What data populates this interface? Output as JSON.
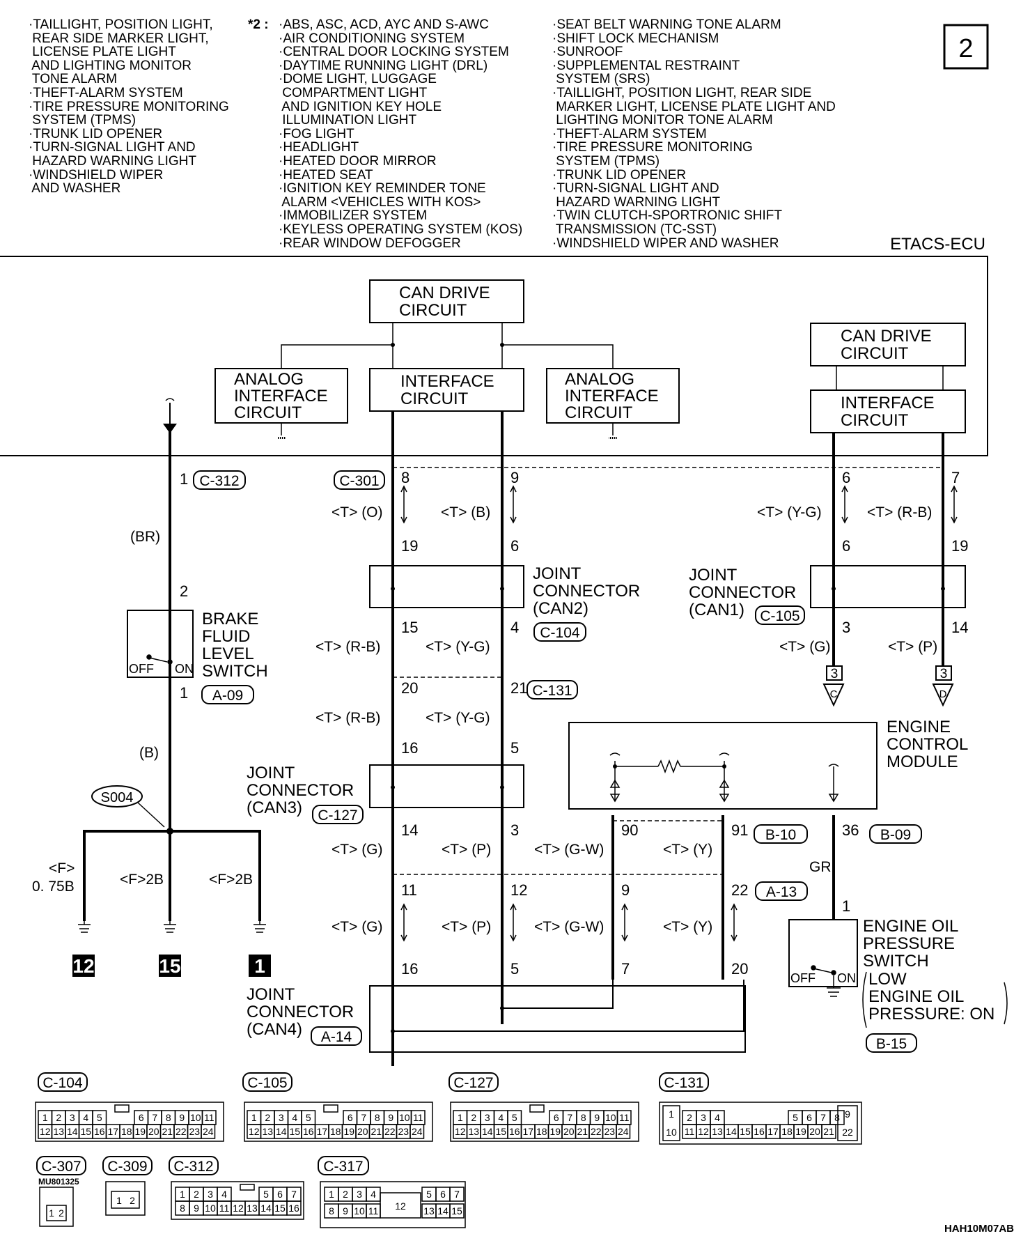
{
  "notes": {
    "col1": [
      "·TAILLIGHT, POSITION LIGHT,",
      " REAR SIDE MARKER LIGHT,",
      " LICENSE PLATE LIGHT",
      " AND LIGHTING MONITOR",
      " TONE ALARM",
      "·THEFT-ALARM SYSTEM",
      "·TIRE PRESSURE MONITORING",
      " SYSTEM (TPMS)",
      "·TRUNK LID OPENER",
      "·TURN-SIGNAL LIGHT AND",
      " HAZARD WARNING LIGHT",
      "·WINDSHIELD WIPER",
      " AND WASHER"
    ],
    "col2_marker": "*2 :",
    "col2": [
      "·ABS, ASC, ACD, AYC AND S-AWC",
      "·AIR CONDITIONING SYSTEM",
      "·CENTRAL DOOR LOCKING SYSTEM",
      "·DAYTIME RUNNING LIGHT (DRL)",
      "·DOME LIGHT, LUGGAGE",
      " COMPARTMENT LIGHT",
      " AND IGNITION KEY HOLE",
      " ILLUMINATION LIGHT",
      "·FOG LIGHT",
      "·HEADLIGHT",
      "·HEATED DOOR MIRROR",
      "·HEATED SEAT",
      "·IGNITION KEY REMINDER TONE",
      " ALARM <VEHICLES WITH KOS>",
      "·IMMOBILIZER SYSTEM",
      "·KEYLESS OPERATING SYSTEM (KOS)",
      "·REAR WINDOW DEFOGGER"
    ],
    "col3": [
      "·SEAT BELT WARNING TONE ALARM",
      "·SHIFT LOCK MECHANISM",
      "·SUNROOF",
      "·SUPPLEMENTAL RESTRAINT",
      " SYSTEM (SRS)",
      "·TAILLIGHT, POSITION LIGHT, REAR SIDE",
      " MARKER LIGHT, LICENSE PLATE LIGHT AND",
      " LIGHTING MONITOR TONE ALARM",
      "·THEFT-ALARM SYSTEM",
      "·TIRE PRESSURE MONITORING",
      " SYSTEM (TPMS)",
      "·TRUNK LID OPENER",
      "·TURN-SIGNAL LIGHT AND",
      " HAZARD WARNING LIGHT",
      "·TWIN CLUTCH-SPORTRONIC SHIFT",
      " TRANSMISSION (TC-SST)",
      "·WINDSHIELD WIPER AND WASHER"
    ]
  },
  "page_number": "2",
  "ecu_label": "ETACS-ECU",
  "blocks": {
    "can_drive_1": [
      "CAN DRIVE",
      "CIRCUIT"
    ],
    "can_drive_2": [
      "CAN DRIVE",
      "CIRCUIT"
    ],
    "interface_1": [
      "INTERFACE",
      "CIRCUIT"
    ],
    "interface_2": [
      "INTERFACE",
      "CIRCUIT"
    ],
    "analog_1": [
      "ANALOG",
      "INTERFACE",
      "CIRCUIT"
    ],
    "analog_2": [
      "ANALOG",
      "INTERFACE",
      "CIRCUIT"
    ]
  },
  "components": {
    "brake_switch": [
      "BRAKE",
      "FLUID",
      "LEVEL",
      "SWITCH"
    ],
    "joint_can2": [
      "JOINT",
      "CONNECTOR",
      "(CAN2)"
    ],
    "joint_can1": [
      "JOINT",
      "CONNECTOR",
      "(CAN1)"
    ],
    "joint_can3": [
      "JOINT",
      "CONNECTOR",
      "(CAN3)"
    ],
    "joint_can4": [
      "JOINT",
      "CONNECTOR",
      "(CAN4)"
    ],
    "ecm": [
      "ENGINE",
      "CONTROL",
      "MODULE"
    ],
    "oil_switch": [
      "ENGINE OIL",
      "PRESSURE",
      "SWITCH"
    ],
    "oil_note": [
      "LOW",
      "ENGINE OIL",
      "PRESSURE: ON"
    ],
    "splice": "S004",
    "switch_off": "OFF",
    "switch_on": "ON"
  },
  "connector_ids": {
    "c312": "C-312",
    "c301": "C-301",
    "a09": "A-09",
    "c104": "C-104",
    "c105": "C-105",
    "c131": "C-131",
    "c127": "C-127",
    "b10": "B-10",
    "b09": "B-09",
    "a13": "A-13",
    "a14": "A-14",
    "b15": "B-15",
    "c307": "C-307",
    "c309": "C-309",
    "c317": "C-317"
  },
  "pins": {
    "p1_c312": "1",
    "p2_brake": "2",
    "p1_brake": "1",
    "p8": "8",
    "p9": "9",
    "p19a": "19",
    "p6a": "6",
    "p15": "15",
    "p4": "4",
    "p20": "20",
    "p21": "21",
    "p16a": "16",
    "p5a": "5",
    "p14a": "14",
    "p3a": "3",
    "p11": "11",
    "p12": "12",
    "p16b": "16",
    "p5b": "5",
    "p6b": "6",
    "p7b": "7",
    "p6c": "6",
    "p19c": "19",
    "p3c": "3",
    "p14c": "14",
    "p90": "90",
    "p91": "91",
    "p9b": "9",
    "p22": "22",
    "p7c": "7",
    "p20b": "20",
    "p36": "36",
    "p1_oil": "1"
  },
  "wires": {
    "br": "(BR)",
    "b": "(B)",
    "to": "<T> (O)",
    "tb": "<T> (B)",
    "tyg": "<T> (Y-G)",
    "trb": "<T> (R-B)",
    "tg": "<T> (G)",
    "tp": "<T> (P)",
    "tgw": "<T> (G-W)",
    "ty": "<T> (Y)",
    "gr": "GR",
    "f_top": "<F>",
    "f_val": "0. 75B",
    "f2b": "<F>2B"
  },
  "grounds": [
    "12",
    "15",
    "1"
  ],
  "offpage": [
    {
      "num": "3",
      "letter": "C"
    },
    {
      "num": "3",
      "letter": "D"
    }
  ],
  "connector_faces": {
    "c104": {
      "row1": [
        "1",
        "2",
        "3",
        "4",
        "5",
        "6",
        "7",
        "8",
        "9",
        "10",
        "11"
      ],
      "row2": [
        "12",
        "13",
        "14",
        "15",
        "16",
        "17",
        "18",
        "19",
        "20",
        "21",
        "22",
        "23",
        "24"
      ]
    },
    "c131": {
      "left": [
        "1",
        "10"
      ],
      "row1": [
        "2",
        "3",
        "4",
        "5",
        "6",
        "7",
        "8"
      ],
      "row2": [
        "11",
        "12",
        "13",
        "14",
        "15",
        "16",
        "17",
        "18",
        "19",
        "20",
        "21"
      ],
      "right": [
        "9",
        "22"
      ]
    },
    "c307_part": "MU801325",
    "c307": [
      "1",
      "2"
    ],
    "c312": {
      "row1": [
        "1",
        "2",
        "3",
        "4",
        "5",
        "6",
        "7"
      ],
      "row2": [
        "8",
        "9",
        "10",
        "11",
        "12",
        "13",
        "14",
        "15",
        "16"
      ]
    },
    "c317": {
      "row1": [
        "1",
        "2",
        "3",
        "4",
        "5",
        "6",
        "7"
      ],
      "row2": [
        "8",
        "9",
        "10",
        "11",
        "13",
        "14",
        "15"
      ],
      "center": "12"
    }
  },
  "figure_code": "HAH10M07AB"
}
